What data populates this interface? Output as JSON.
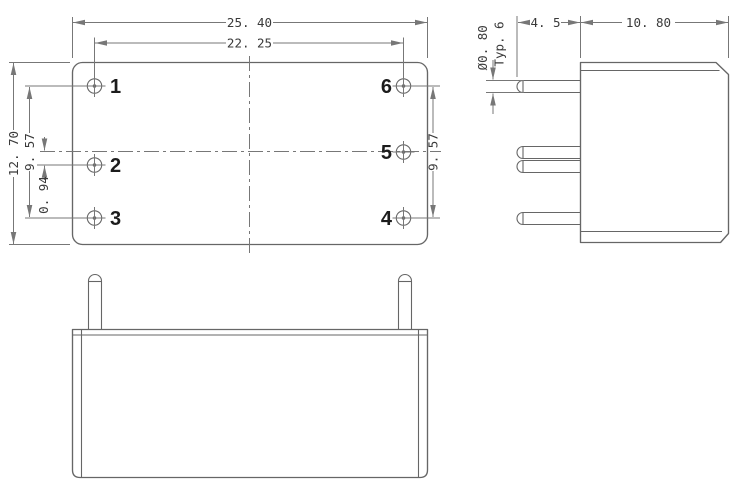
{
  "colors": {
    "background": "#ffffff",
    "line": "#666666",
    "dim-line": "#777777",
    "dim-text": "#3a3a3a",
    "pin-label": "#1c1c1c"
  },
  "top_view": {
    "pin_labels": [
      "1",
      "2",
      "3",
      "4",
      "5",
      "6"
    ],
    "dims": {
      "overall_width": "25. 40",
      "pin_column_span": "22. 25",
      "overall_height": "12. 70",
      "pin_row_span_left": "9. 57",
      "pin2_center_offset": "0. 94",
      "pin_row_span_right": "9. 57"
    }
  },
  "side_view": {
    "dims": {
      "pin_length": "4. 5",
      "body_depth": "10. 80",
      "pin_diameter": "Ø0. 80",
      "pin_diameter_qty": "Typ. 6"
    }
  }
}
